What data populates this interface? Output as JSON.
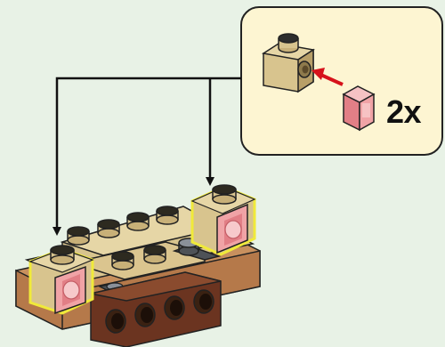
{
  "step": {
    "callout": {
      "quantity_label": "2x",
      "background_color": "#fdf5d2",
      "sub_assembly": [
        "tan-headlight-brick-1x1",
        "trans-red-tile-1x1"
      ]
    },
    "main_model": {
      "highlight_color": "#f0ea3a",
      "parts_added": 2,
      "part_colors": {
        "tan": "#d8c48e",
        "medium-nougat": "#c8905e",
        "reddish-brown": "#5b2a18",
        "dark-brown": "#3a2112",
        "trans-red": "#f0a3a6",
        "dark-bluish-gray": "#4e5257"
      }
    },
    "arrows": [
      "callout-to-left-position",
      "callout-to-right-position"
    ]
  }
}
